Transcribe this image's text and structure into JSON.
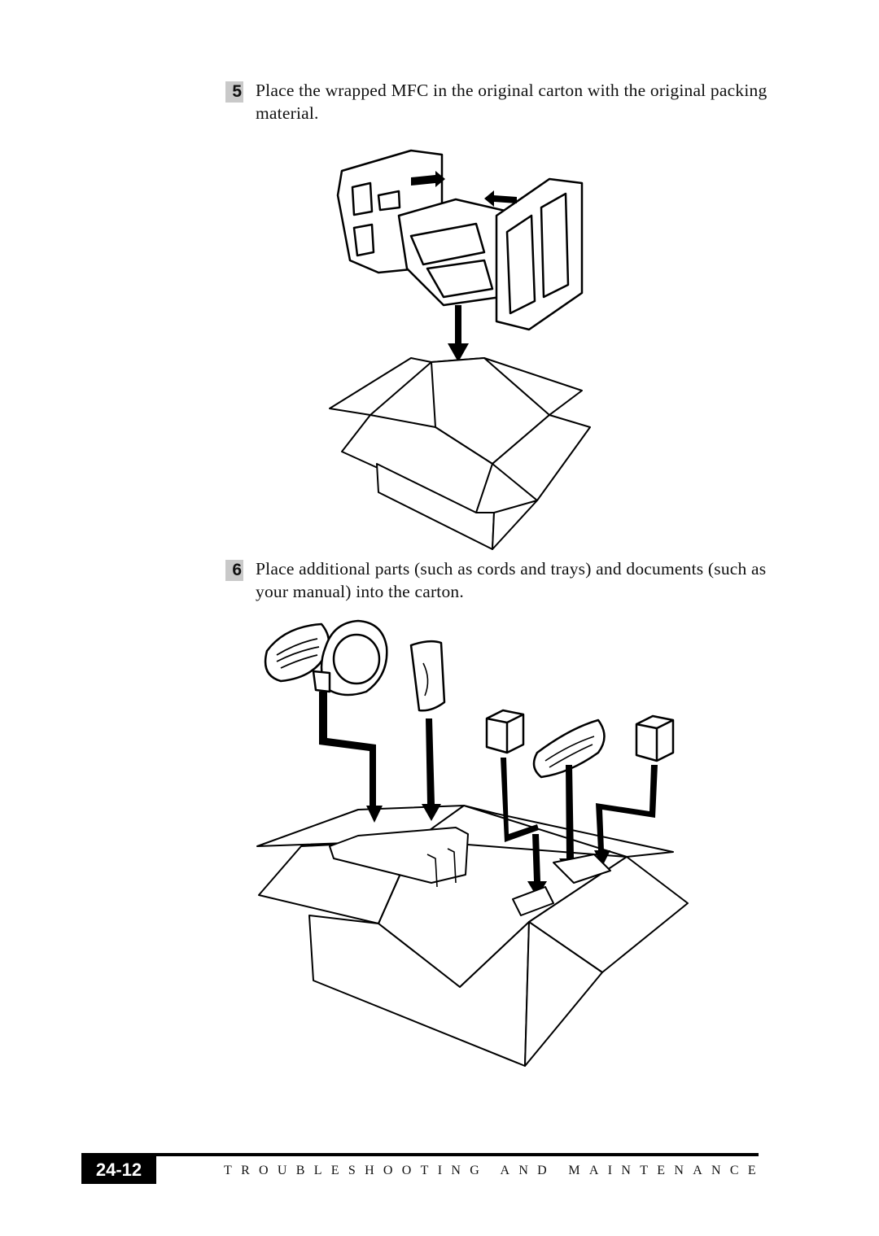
{
  "steps": [
    {
      "number": "5",
      "text": "Place the wrapped MFC in the original carton with the original packing material."
    },
    {
      "number": "6",
      "text": "Place additional parts (such as cords and trays) and documents (such as your manual) into the carton."
    }
  ],
  "footer": {
    "page_number": "24-12",
    "chapter_title": "TROUBLESHOOTING AND MAINTENANCE"
  }
}
